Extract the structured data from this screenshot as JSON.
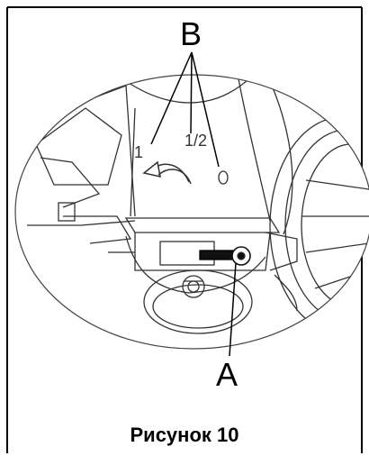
{
  "diagram": {
    "callout_b": "B",
    "callout_a": "A",
    "position_1": "1",
    "position_half": "1/2",
    "position_0": "0",
    "caption": "Рисунок 10"
  },
  "colors": {
    "line": "#000000",
    "background": "#ffffff"
  }
}
